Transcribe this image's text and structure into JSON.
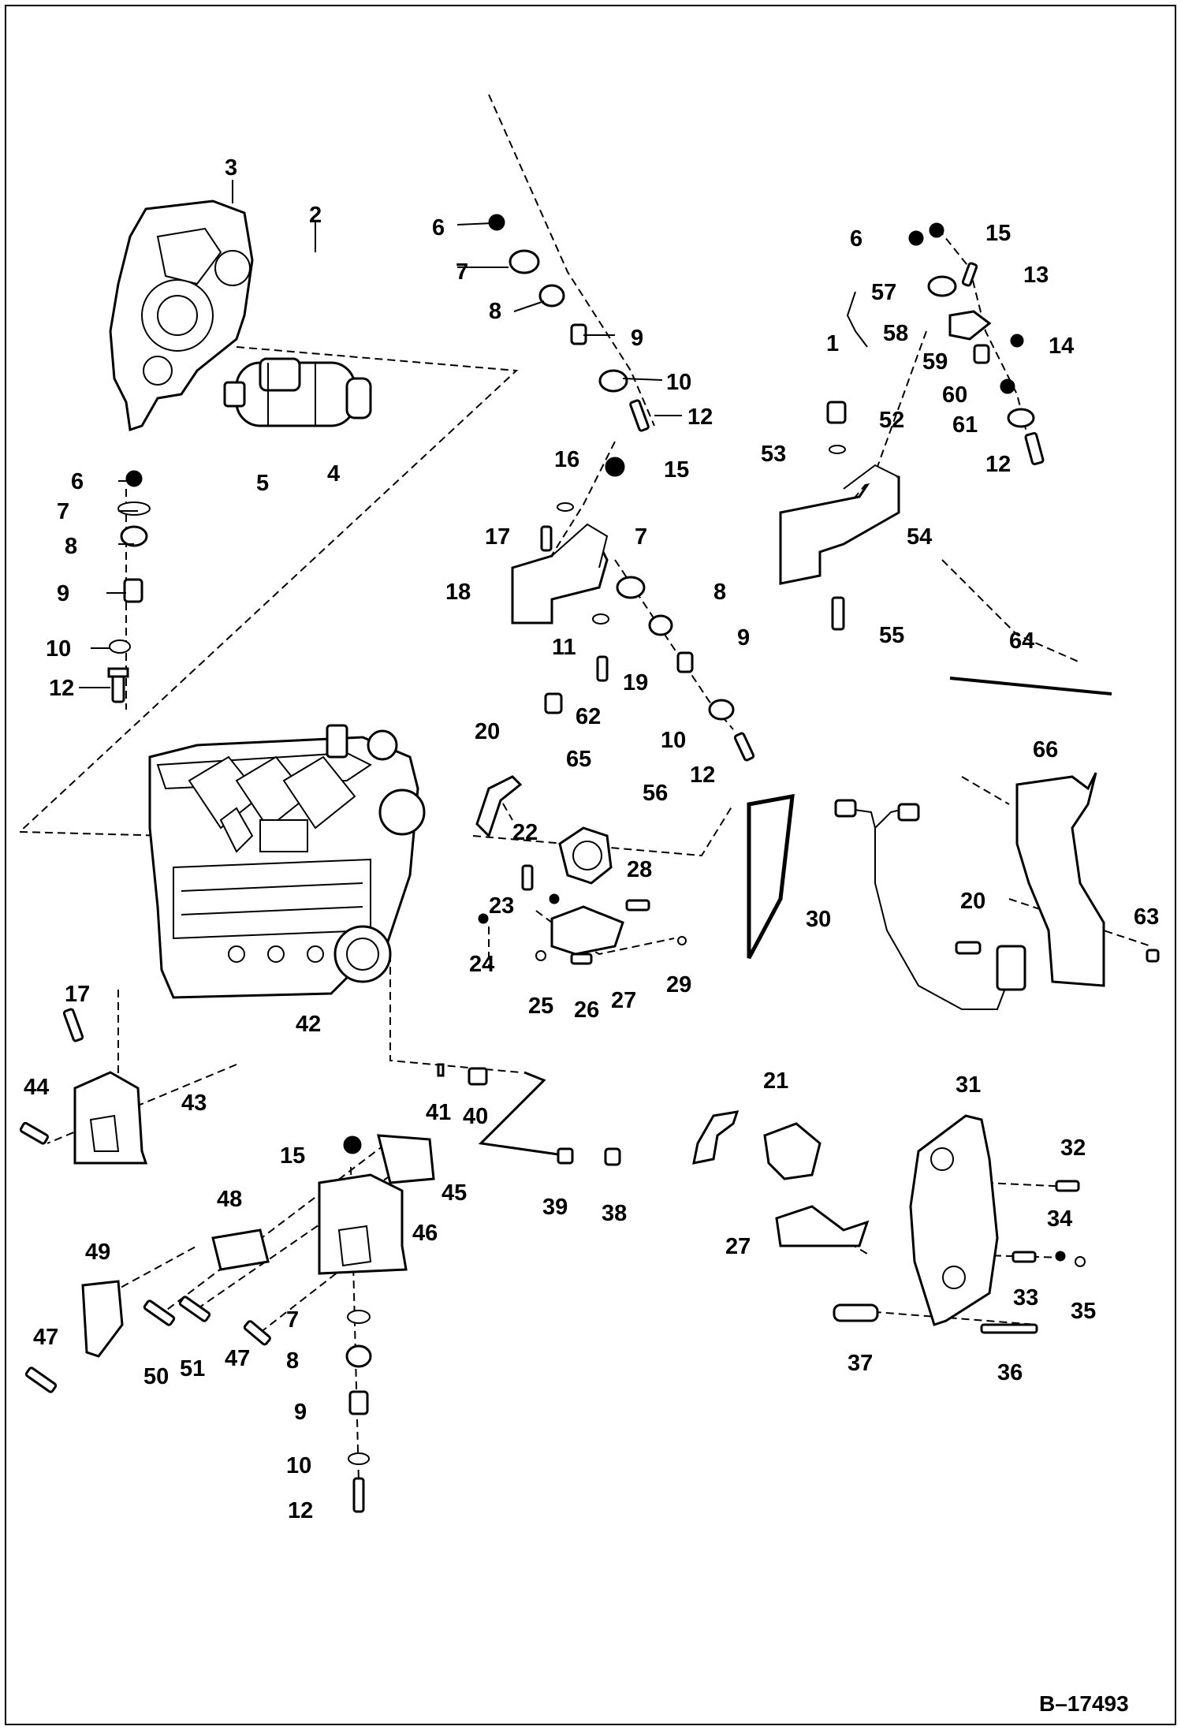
{
  "figure": {
    "reference": "B–17493",
    "callouts": [
      "1",
      "2",
      "3",
      "4",
      "5",
      "6",
      "7",
      "8",
      "9",
      "10",
      "11",
      "12",
      "13",
      "14",
      "15",
      "16",
      "17",
      "18",
      "19",
      "20",
      "21",
      "22",
      "23",
      "24",
      "25",
      "26",
      "27",
      "28",
      "29",
      "30",
      "31",
      "32",
      "33",
      "34",
      "35",
      "36",
      "37",
      "38",
      "39",
      "40",
      "41",
      "42",
      "43",
      "44",
      "45",
      "46",
      "47",
      "48",
      "49",
      "50",
      "51",
      "52",
      "53",
      "54",
      "55",
      "56",
      "57",
      "58",
      "59",
      "60",
      "61",
      "62",
      "63",
      "64",
      "65",
      "66"
    ]
  }
}
